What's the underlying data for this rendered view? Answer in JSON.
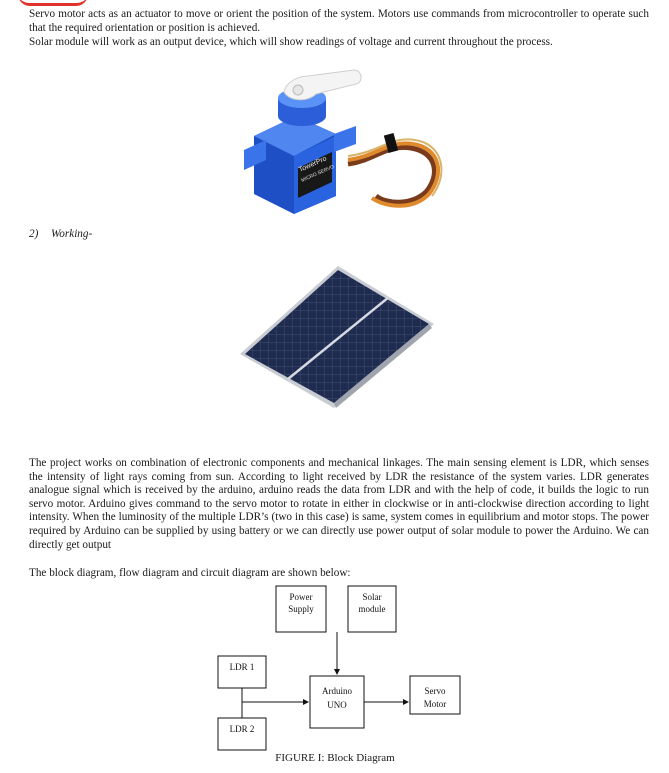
{
  "paragraphs": {
    "p1": "Servo motor acts as an actuator to move or orient the position of the system. Motors use commands from microcontroller to operate such that the required orientation or position is achieved.",
    "p2": "Solar module will work as an output device, which will show readings of voltage and current throughout the process.",
    "p3": "The project works on combination of electronic components and mechanical linkages. The main sensing element is LDR, which senses the intensity of light rays coming from sun. According to light received by LDR the resistance of the system varies. LDR generates analogue signal which is received by the arduino, arduino reads the data from LDR and with the help of code, it builds the logic to run servo motor. Arduino gives command to the servo motor to rotate in either in clockwise or in anti-clockwise direction according to light intensity. When the luminosity of the multiple LDR’s (two in this case) is same, system comes in equilibrium and motor stops. The power required by Arduino can be supplied by using battery or we can directly use power output of solar module to power the Arduino. We can directly get output",
    "p4": "The block diagram, flow diagram and circuit diagram are shown below:"
  },
  "section": {
    "number": "2)",
    "title": "Working-"
  },
  "servo_label": {
    "line1": "TowerPro",
    "line2": "MICRO SERVO"
  },
  "diagram": {
    "power_supply": [
      "Power",
      "Supply"
    ],
    "solar_module": [
      "Solar",
      "module"
    ],
    "ldr1": "LDR 1",
    "ldr2": "LDR 2",
    "arduino": [
      "Arduino",
      "UNO"
    ],
    "servo": [
      "Servo",
      "Motor"
    ]
  },
  "caption": "FIGURE I: Block Diagram",
  "colors": {
    "servo_body": "#2a5fd6",
    "solar_cell": "#1f2c4f",
    "wire_orange": "#e08a2e",
    "wire_brown": "#7a3a1c"
  }
}
